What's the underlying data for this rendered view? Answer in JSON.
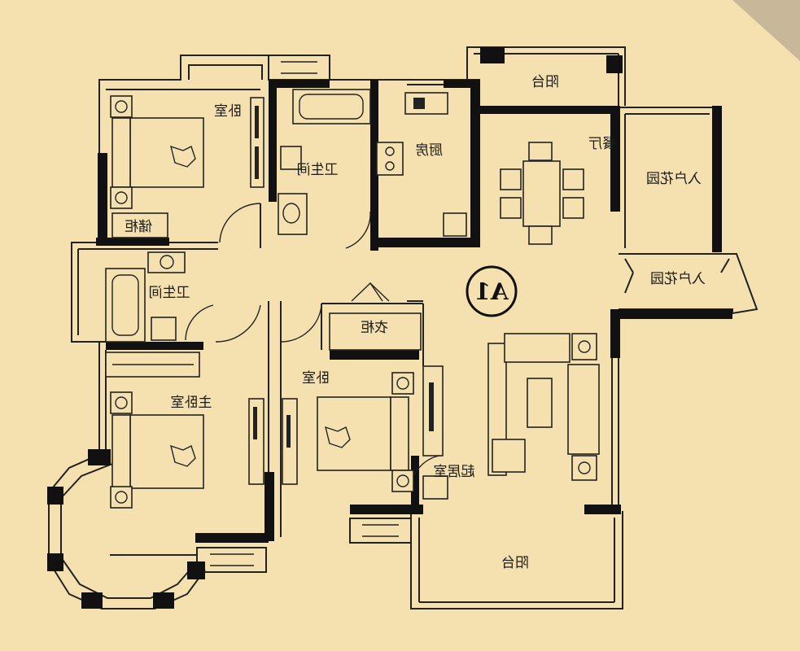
{
  "plan": {
    "badge": "A1",
    "watermark": "",
    "rooms": {
      "bedroom_top": "卧室",
      "bathroom_top": "卫生间",
      "kitchen": "厨房",
      "balcony_top": "阳台",
      "dining": "餐厅",
      "entry_garden": "入户花园",
      "entry_garden_door": "入户花园",
      "cabinet": "储柜",
      "bathroom_left": "卫生间",
      "closet": "衣柜",
      "master_bedroom": "主卧室",
      "bedroom_mid": "卧室",
      "living_room": "起居室",
      "balcony_bottom": "阳台"
    }
  },
  "colors": {
    "background": "#f5e1b0",
    "walls": "#111111",
    "corner_accent": "#c9b79a"
  }
}
